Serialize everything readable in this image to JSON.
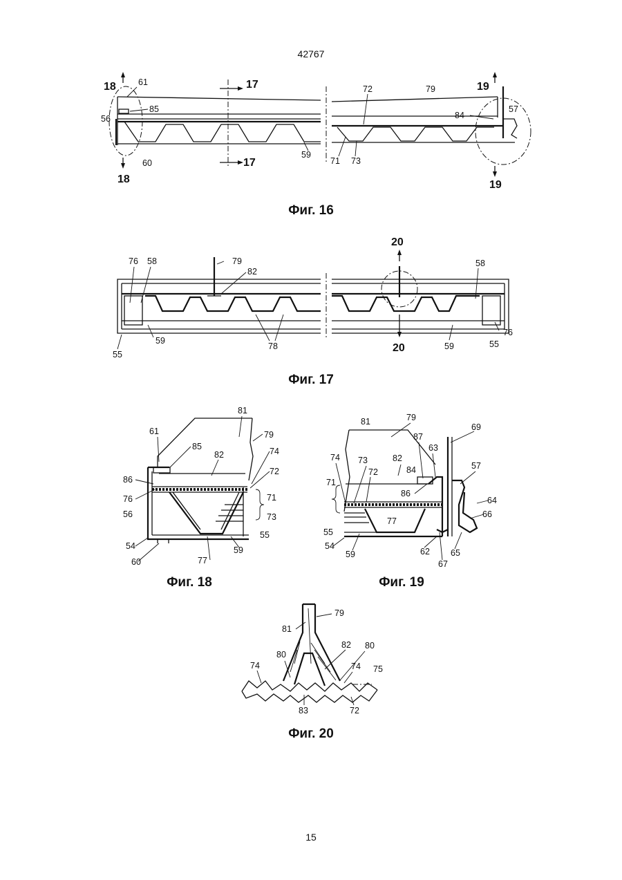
{
  "header": {
    "doc_number": "42767"
  },
  "footer": {
    "page_number": "15"
  },
  "figures": {
    "fig16": {
      "caption": "Фиг. 16",
      "section_marks": [
        "18",
        "18",
        "17",
        "17",
        "19",
        "19"
      ],
      "labels": [
        "61",
        "85",
        "56",
        "60",
        "59",
        "72",
        "79",
        "84",
        "57",
        "71",
        "73"
      ]
    },
    "fig17": {
      "caption": "Фиг. 17",
      "section_marks": [
        "20",
        "20"
      ],
      "labels": [
        "76",
        "58",
        "79",
        "82",
        "55",
        "59",
        "78",
        "58",
        "76",
        "55",
        "59"
      ]
    },
    "fig18": {
      "caption": "Фиг. 18",
      "labels": [
        "81",
        "79",
        "61",
        "85",
        "82",
        "74",
        "72",
        "86",
        "76",
        "71",
        "56",
        "73",
        "55",
        "54",
        "59",
        "60",
        "77"
      ]
    },
    "fig19": {
      "caption": "Фиг. 19",
      "labels": [
        "81",
        "79",
        "69",
        "87",
        "63",
        "74",
        "73",
        "82",
        "84",
        "57",
        "71",
        "72",
        "86",
        "64",
        "66",
        "77",
        "55",
        "54",
        "59",
        "62",
        "65",
        "67"
      ]
    },
    "fig20": {
      "caption": "Фиг. 20",
      "labels": [
        "79",
        "81",
        "82",
        "80",
        "80",
        "74",
        "74",
        "75",
        "83",
        "72"
      ]
    }
  }
}
